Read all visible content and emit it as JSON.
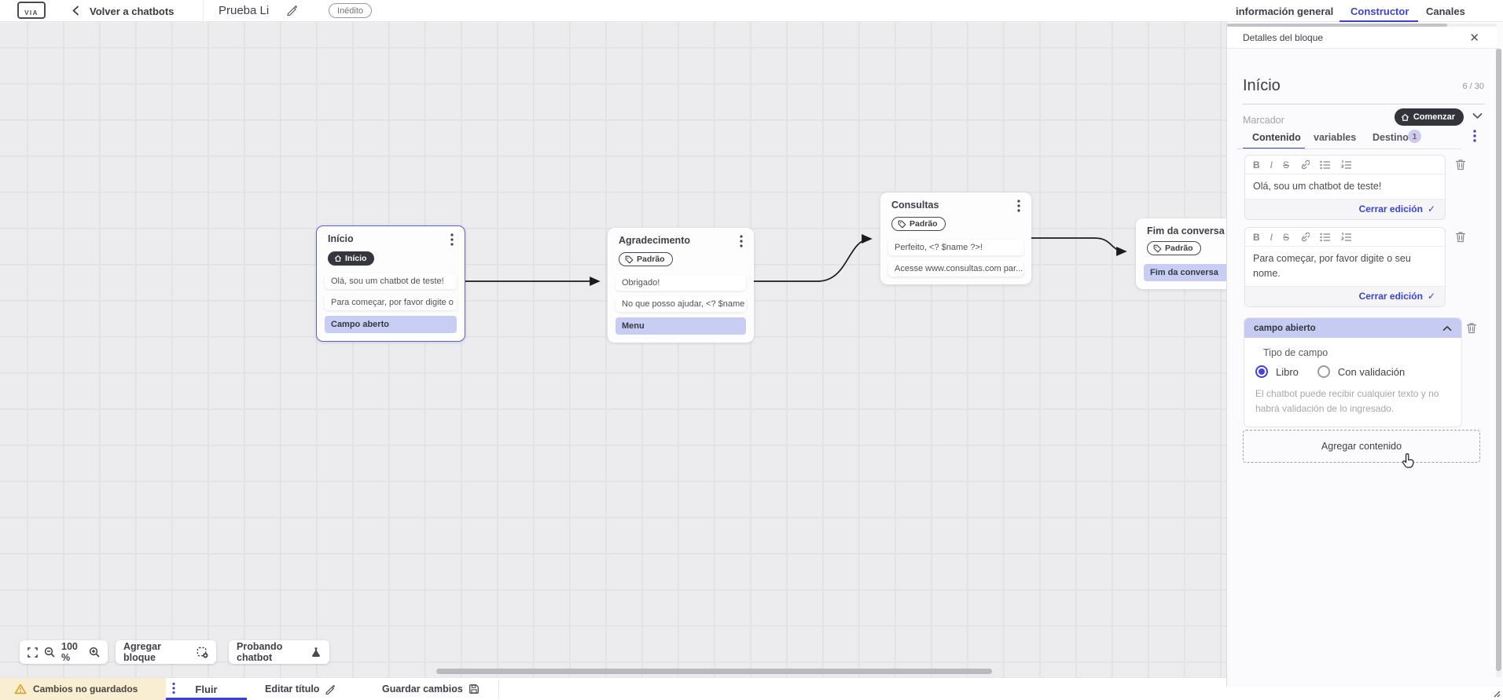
{
  "colors": {
    "accent": "#3d43c8",
    "lavender": "#c8cdf3",
    "dark_pill": "#35363e",
    "warning_bg": "#f9edd2",
    "selected_node_border": "#5a5fd1"
  },
  "topbar": {
    "logo": "VIA",
    "back_label": "Volver a chatbots",
    "title": "Prueba Li",
    "status_badge": "Inédito",
    "tabs": [
      {
        "label": "información general"
      },
      {
        "label": "Constructor"
      },
      {
        "label": "Canales"
      }
    ]
  },
  "canvas": {
    "nodes": [
      {
        "title": "Início",
        "badge": "Início",
        "items": [
          "Olá, sou um chatbot de teste!",
          "Para começar, por favor digite o ...",
          "Campo aberto"
        ]
      },
      {
        "title": "Agradecimento",
        "badge": "Padrão",
        "items": [
          "Obrigado!",
          "No que posso ajudar, <? $name ...",
          "Menu"
        ]
      },
      {
        "title": "Consultas",
        "badge": "Padrão",
        "items": [
          "Perfeito, <? $name ?>!",
          "Acesse www.consultas.com par..."
        ]
      },
      {
        "title": "Fim da conversa",
        "badge": "Padrão",
        "items": [
          "Fim da conversa"
        ]
      }
    ],
    "controls": {
      "zoom_level": "100 %",
      "add_block": "Agregar bloque",
      "test_chatbot": "Probando chatbot"
    }
  },
  "panel": {
    "header": "Detalles del bloque",
    "block_title": "Início",
    "char_counter": "6 / 30",
    "marker_label": "Marcador",
    "marker_value": "Comenzar",
    "tabs": [
      {
        "label": "Contenido"
      },
      {
        "label": "variables"
      },
      {
        "label": "Destino",
        "badge": "1"
      }
    ],
    "editors": [
      {
        "text": "Olá, sou um chatbot de teste!",
        "close_label": "Cerrar edición"
      },
      {
        "text": "Para começar, por favor digite o seu nome.",
        "close_label": "Cerrar edición"
      }
    ],
    "field_section": {
      "header": "campo abierto",
      "type_label": "Tipo de campo",
      "options": [
        {
          "label": "Libro",
          "selected": true
        },
        {
          "label": "Con validación",
          "selected": false
        }
      ],
      "help_text": "El chatbot puede recibir cualquier texto y no habrá validación de lo ingresado."
    },
    "add_content_label": "Agregar contenido"
  },
  "footer": {
    "warning": "Cambios no guardados",
    "flow_tab": "Fluir",
    "edit_title": "Editar título",
    "save": "Guardar cambios"
  },
  "editor_glyphs": {
    "bold": "B",
    "italic": "I",
    "strike": "S"
  }
}
